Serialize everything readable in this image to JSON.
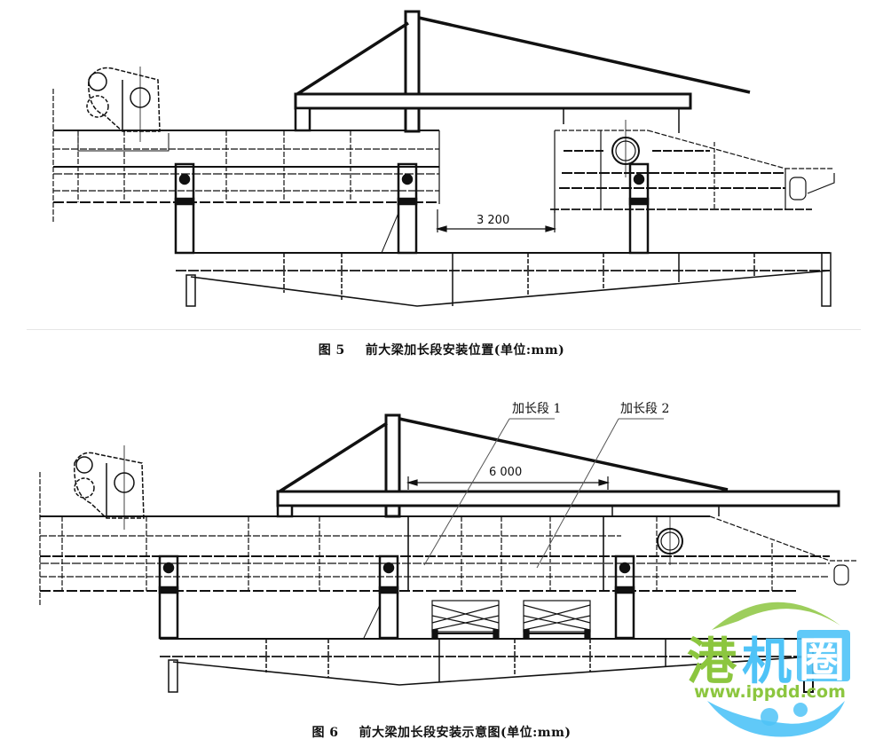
{
  "figure5": {
    "caption_number": "图 5",
    "caption_text": "前大梁加长段安装位置(单位:mm)",
    "dimension_label": "3 200"
  },
  "figure6": {
    "caption_number": "图 6",
    "caption_text": "前大梁加长段安装示意图(单位:mm)",
    "dimension_label": "6 000",
    "callouts": [
      {
        "label": "加长段 1"
      },
      {
        "label": "加长段 2"
      }
    ]
  },
  "watermark": {
    "chinese_text": "港机圈",
    "chars": [
      "港",
      "机",
      "圈"
    ],
    "url_text": "www.ippdd.com",
    "colors": {
      "green": "#8cc63f",
      "blue": "#4fc3f7"
    }
  },
  "colors": {
    "line": "#111111",
    "background": "#ffffff"
  }
}
